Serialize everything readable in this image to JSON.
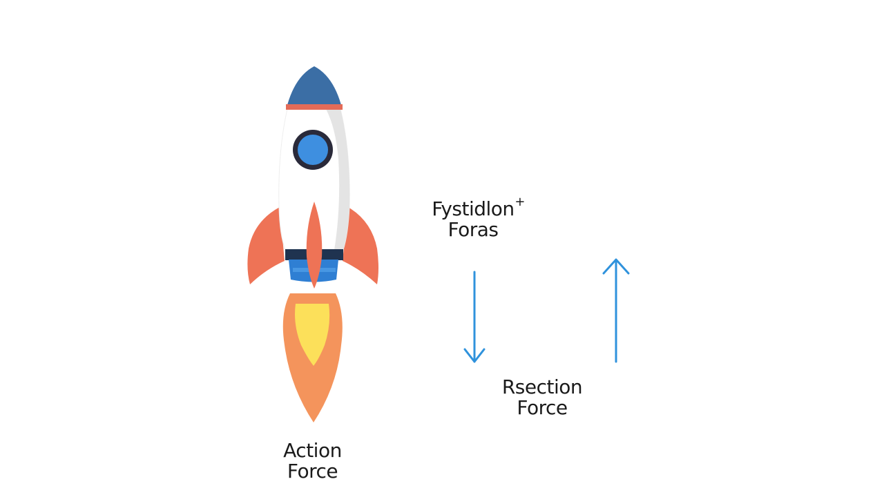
{
  "labels": {
    "top": {
      "line1": "Fystidlon",
      "line2": "Foras",
      "mark": "+"
    },
    "reaction": {
      "line1": "Rsection",
      "line2": "Force"
    },
    "action": {
      "line1": "Action",
      "line2": "Force"
    }
  },
  "colors": {
    "nose": "#3b6ea5",
    "nose_band": "#e36b58",
    "body": "#ffffff",
    "body_shadow": "#e4e4e4",
    "window_ring": "#2a2a3a",
    "window_glass": "#3e8fe0",
    "fins": "#ee7356",
    "nozzle": "#2f7fd3",
    "nozzle_band": "#1f3350",
    "flame_outer": "#f4945c",
    "flame_inner": "#fce05a",
    "arrow": "#2f92dc",
    "text": "#1a1a1a"
  },
  "icons": {
    "rocket": "rocket-icon",
    "down_arrow": "arrow-down-icon",
    "up_arrow": "arrow-up-icon"
  }
}
